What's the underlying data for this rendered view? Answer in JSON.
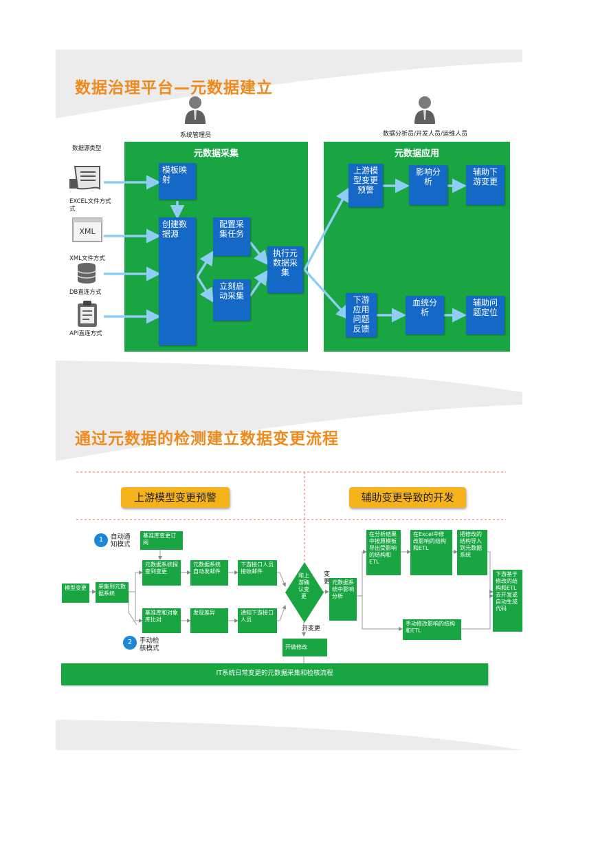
{
  "slide1": {
    "title": "数据治理平台—元数据建立",
    "roles": {
      "admin": "系统管理员",
      "users": "数据分析员/开发人员/运维人员"
    },
    "source_heading": "数据源类型",
    "sources": [
      {
        "label": "EXCEL文件方式",
        "icon": "excel-icon"
      },
      {
        "label": "XML文件方式",
        "icon": "xml-file-icon",
        "icon_text": "XML"
      },
      {
        "label": "DB直连方式",
        "icon": "database-icon"
      },
      {
        "label": "API直连方式",
        "icon": "api-clipboard-icon"
      }
    ],
    "collect": {
      "title": "元数据采集",
      "template": "模板映射",
      "create": "创建数据源",
      "configure": "配置采集任务",
      "instant": "立刻启动采集",
      "execute": "执行元数据采集"
    },
    "apply": {
      "title": "元数据应用",
      "upstream": "上游模型变更预警",
      "impact": "影响分析",
      "assist_down": "辅助下游变更",
      "downstream": "下游应用问题反馈",
      "lineage": "血统分析",
      "assist_locate": "辅助问题定位"
    },
    "colors": {
      "title": "#f08a1c",
      "panel": "#1aa543",
      "box": "#1468c6",
      "arrow": "#7fc4f2"
    }
  },
  "slide2": {
    "title": "通过元数据的检测建立数据变更流程",
    "left_header": "上游模型变更预警",
    "right_header": "辅助变更导致的开发",
    "modes": [
      {
        "num": "1",
        "label": "自动通知模式"
      },
      {
        "num": "2",
        "label": "手动检核模式"
      }
    ],
    "boxes": {
      "model_change": "模型变更",
      "collect_to_system": "采集到元数据系统",
      "baseline_subscribe": "基准库变更订阅",
      "system_detect": "元数据系统探查到变更",
      "auto_mail": "元数据系统自动发邮件",
      "downstream_receive": "下游接口人员接收邮件",
      "baseline_compare": "基准库和对象库比对",
      "find_diff": "发现差异",
      "notify_downstream": "通知下游接口人员",
      "decision": "和上游确认变更",
      "impact_in_system": "元数据系统中影响分析",
      "export_template": "在分析结果中按原模板导出受影响的结构和ETL",
      "excel_modify": "在Excel中修改影响的结构和ETL",
      "import_back": "把修改的结构导入到元数据系统",
      "manual_modify": "手动修改影响的结构和ETL",
      "downstream_generate": "下游基于修改的结构和ETL去开发或自动生成代码",
      "dev_modify": "开做修改"
    },
    "decision_side_labels": {
      "yes": "变更",
      "no": "开变更"
    },
    "footer": "IT系统日常变更的元数据采集和检核流程",
    "colors": {
      "title": "#f08a1c",
      "pill": "#f5b21b",
      "box": "#1aa543",
      "badge": "#1e88d8",
      "dash": "#e0725a"
    }
  }
}
